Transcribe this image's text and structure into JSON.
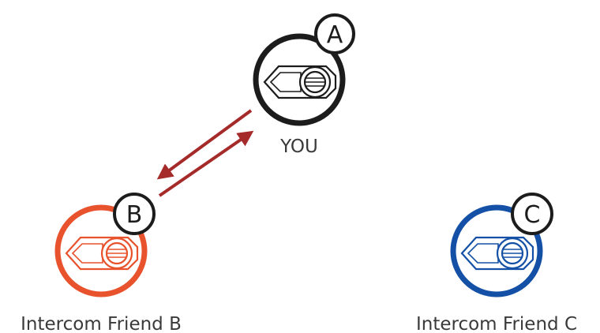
{
  "colors": {
    "you": "#1c1c1c",
    "friend_b": "#e8522d",
    "friend_c": "#1450a6",
    "arrow": "#a52a2a",
    "label": "#3a3a3a"
  },
  "nodes": {
    "you": {
      "badge": "A",
      "label": "YOU",
      "icon": "headset-device-icon"
    },
    "friend_b": {
      "badge": "B",
      "label": "Intercom Friend B",
      "icon": "headset-device-icon"
    },
    "friend_c": {
      "badge": "C",
      "label": "Intercom Friend C",
      "icon": "headset-device-icon"
    }
  },
  "connection": {
    "from": "A",
    "to": "B",
    "type": "bidirectional-arrows"
  }
}
